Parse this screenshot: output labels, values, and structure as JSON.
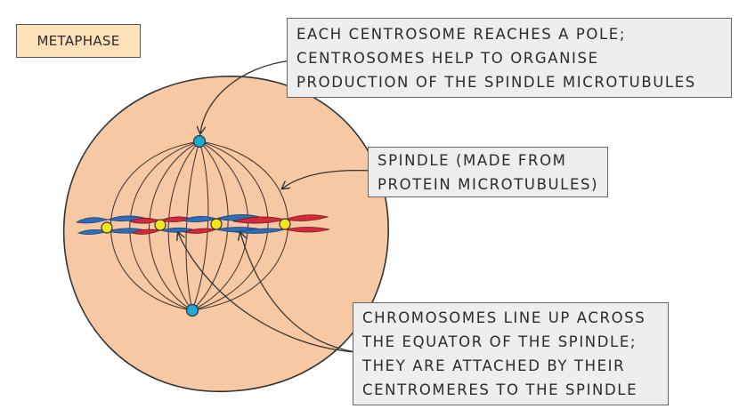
{
  "title": "METAPHASE",
  "callouts": {
    "centrosome": [
      "EACH CENTROSOME REACHES A POLE;",
      "CENTROSOMES HELP TO ORGANISE",
      "PRODUCTION OF THE SPINDLE MICROTUBULES"
    ],
    "spindle": [
      "SPINDLE (MADE FROM",
      "PROTEIN MICROTUBULES)"
    ],
    "chromosomes": [
      "CHROMOSOMES LINE UP ACROSS",
      "THE EQUATOR OF THE SPINDLE;",
      "THEY ARE ATTACHED BY  THEIR",
      "CENTROMERES TO THE SPINDLE"
    ]
  },
  "colors": {
    "cell": "#f6c9a4",
    "cell_outline": "#333333",
    "title_fill": "#fde1b8",
    "callout_fill": "#eeeeee",
    "chromatid_blue": "#2f6eb5",
    "chromatid_red": "#d22a3a",
    "centromere": "#f5e51b",
    "centrosome": "#1fa9d6"
  },
  "icons": [
    "centrosome-dot",
    "centromere-dot",
    "chromosome-shape",
    "pointer-arrow"
  ]
}
